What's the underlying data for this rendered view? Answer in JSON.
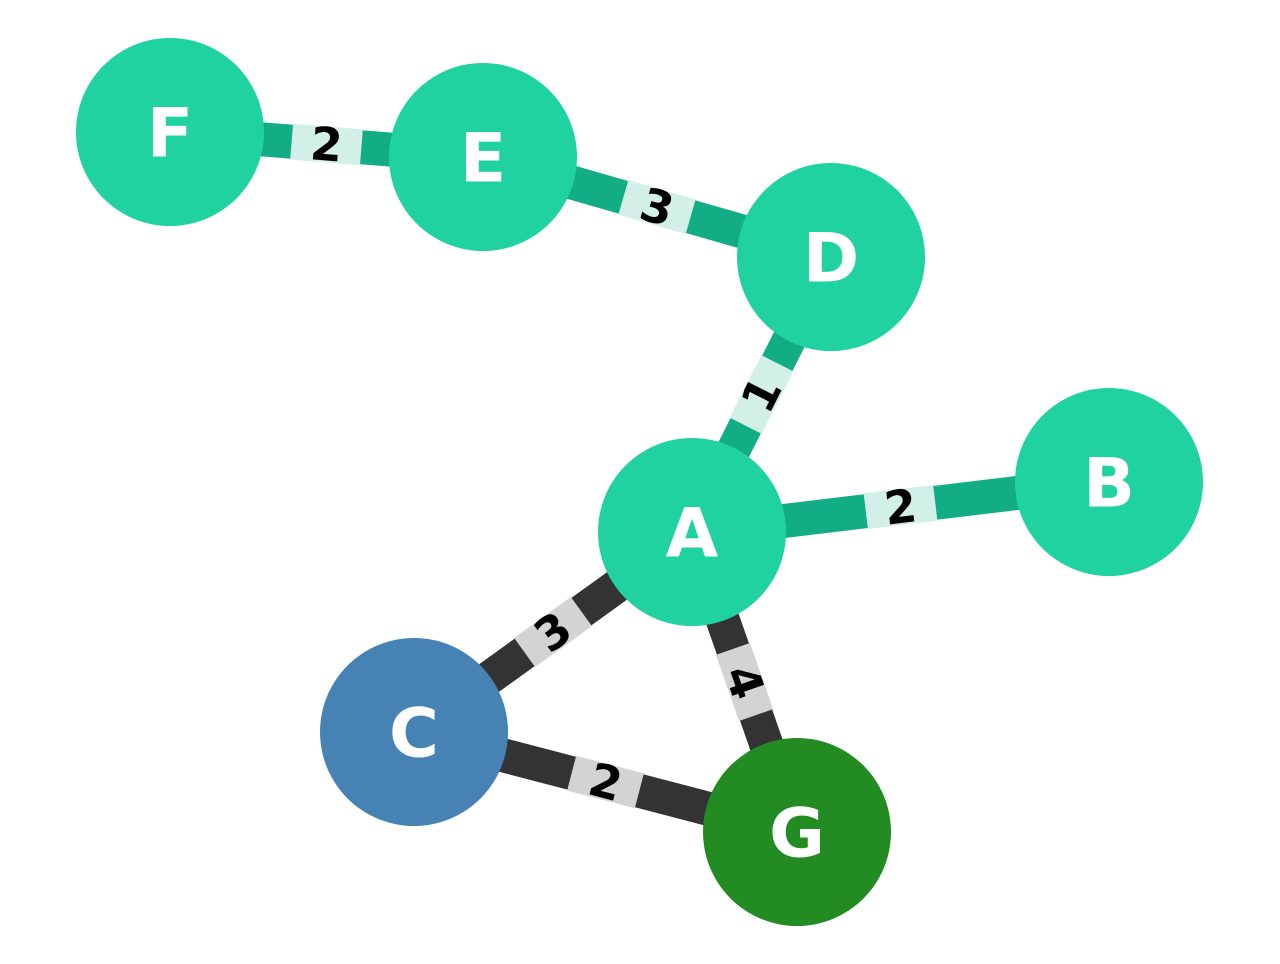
{
  "graph": {
    "nodes": [
      {
        "id": "A",
        "label": "A",
        "color": "#20d2a0"
      },
      {
        "id": "B",
        "label": "B",
        "color": "#20d2a0"
      },
      {
        "id": "C",
        "label": "C",
        "color": "#4682b4"
      },
      {
        "id": "D",
        "label": "D",
        "color": "#20d2a0"
      },
      {
        "id": "E",
        "label": "E",
        "color": "#20d2a0"
      },
      {
        "id": "F",
        "label": "F",
        "color": "#20d2a0"
      },
      {
        "id": "G",
        "label": "G",
        "color": "#228b22"
      }
    ],
    "edges": [
      {
        "from": "F",
        "to": "E",
        "weight": "2",
        "color": "#12ad85",
        "label_bg": "#d2f0e7"
      },
      {
        "from": "E",
        "to": "D",
        "weight": "3",
        "color": "#12ad85",
        "label_bg": "#d2f0e7"
      },
      {
        "from": "D",
        "to": "A",
        "weight": "1",
        "color": "#12ad85",
        "label_bg": "#d2f0e7"
      },
      {
        "from": "A",
        "to": "B",
        "weight": "2",
        "color": "#12ad85",
        "label_bg": "#d2f0e7"
      },
      {
        "from": "A",
        "to": "C",
        "weight": "3",
        "color": "#333333",
        "label_bg": "#d3d3d3"
      },
      {
        "from": "A",
        "to": "G",
        "weight": "4",
        "color": "#333333",
        "label_bg": "#d3d3d3"
      },
      {
        "from": "C",
        "to": "G",
        "weight": "2",
        "color": "#333333",
        "label_bg": "#d3d3d3"
      }
    ]
  }
}
